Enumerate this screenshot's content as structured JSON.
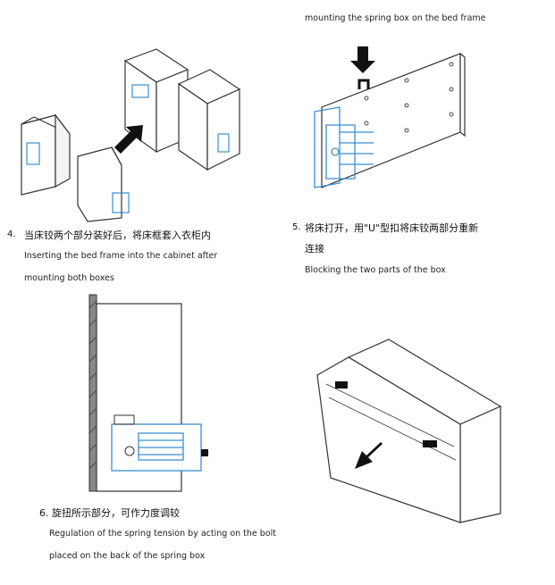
{
  "header_fragment": "mounting the spring box on the bed frame",
  "steps": [
    {
      "number": "4.",
      "title_zh": "当床铰两个部分装好后，将床框套入衣柜内",
      "desc_en_line1": "Inserting the bed frame into the cabinet after",
      "desc_en_line2": "mounting both boxes"
    },
    {
      "number": "5.",
      "title_zh_line1": "将床打开，用\"U\"型扣将床铰两部分重新",
      "title_zh_line2": "连接",
      "desc_en": "Blocking the two parts of the box"
    },
    {
      "number": "6.",
      "title_zh": "旋扭所示部分，可作力度调较",
      "desc_en_line1": "Regulation of the spring tension by acting on the bolt",
      "desc_en_line2": "placed on the back of the spring box"
    }
  ],
  "colors": {
    "line": "#333333",
    "accent": "#3a8fd0",
    "arrow": "#111111"
  }
}
